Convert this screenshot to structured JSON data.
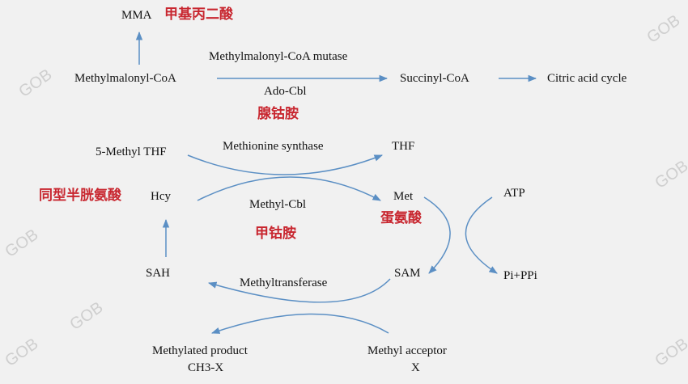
{
  "accent_color": "#c8262f",
  "arrow_color": "#5b8fc4",
  "nodes": {
    "mma": "MMA",
    "methylmalonyl_coa": "Methylmalonyl-CoA",
    "succinyl_coa": "Succinyl-CoA",
    "citric_acid_cycle": "Citric acid cycle",
    "methyl_thf": "5-Methyl THF",
    "thf": "THF",
    "hcy": "Hcy",
    "met": "Met",
    "atp": "ATP",
    "sah": "SAH",
    "sam": "SAM",
    "pi_ppi": "Pi+PPi",
    "methylated_product": "Methylated product",
    "ch3x": "CH3-X",
    "methyl_acceptor": "Methyl acceptor",
    "x": "X"
  },
  "enzymes": {
    "mutase": "Methylmalonyl-CoA mutase",
    "ado_cbl": "Ado-Cbl",
    "methionine_synthase": "Methionine synthase",
    "methyl_cbl": "Methyl-Cbl",
    "methyltransferase": "Methyltransferase"
  },
  "chinese_labels": {
    "mma_cn": "甲基丙二酸",
    "ado_cbl_cn": "腺钴胺",
    "hcy_cn": "同型半胱氨酸",
    "methyl_cbl_cn": "甲钴胺",
    "met_cn": "蛋氨酸"
  },
  "watermark": "GOB"
}
